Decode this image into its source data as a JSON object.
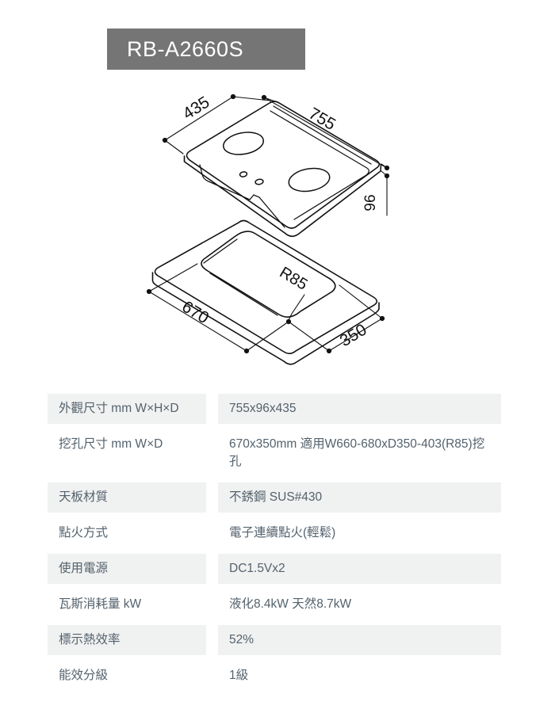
{
  "header": {
    "model": "RB-A2660S"
  },
  "diagram": {
    "name": "cooktop-isometric-dimension-drawing",
    "top_view": {
      "depth_label": "435",
      "width_label": "755",
      "height_label": "96"
    },
    "cutout_view": {
      "radius_label": "R85",
      "width_label": "670",
      "depth_label": "350"
    }
  },
  "spec_table": {
    "rows": [
      {
        "label": "外觀尺寸 mm W×H×D",
        "value": "755x96x435"
      },
      {
        "label": "挖孔尺寸 mm W×D",
        "value": "670x350mm 適用W660-680xD350-403(R85)挖孔"
      },
      {
        "label": "天板材質",
        "value": "不銹鋼 SUS#430"
      },
      {
        "label": "點火方式",
        "value": "電子連續點火(輕鬆)"
      },
      {
        "label": "使用電源",
        "value": "DC1.5Vx2"
      },
      {
        "label": "瓦斯消耗量 kW",
        "value": "液化8.4kW 天然8.7kW"
      },
      {
        "label": "標示熱效率",
        "value": "52%"
      },
      {
        "label": "能效分級",
        "value": "1級"
      }
    ]
  },
  "colors": {
    "header_bg": "#757575",
    "header_text": "#ffffff",
    "row_shade_bg": "#f0f1f1",
    "table_text": "#54626d",
    "line_color": "#111111"
  }
}
